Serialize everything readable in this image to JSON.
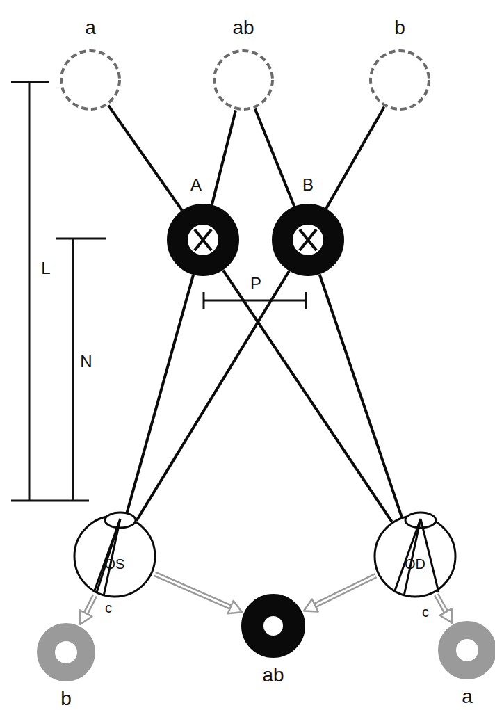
{
  "diagram": {
    "nodes": [
      {
        "text": [
          "a"
        ]
      },
      {
        "text": [
          "ab"
        ]
      },
      {
        "text": [
          "b"
        ]
      },
      {
        "text": [
          "A"
        ]
      },
      {
        "text": [
          "B"
        ]
      },
      {
        "text": [
          "OS"
        ]
      },
      {
        "text": [
          "OD"
        ]
      },
      {
        "text": [
          "b"
        ]
      },
      {
        "text": [
          "ab"
        ]
      },
      {
        "text": [
          "a"
        ]
      }
    ],
    "edges": [
      {
        "from": 0,
        "to": 3,
        "arrow": "none"
      },
      {
        "from": 3,
        "to": 6,
        "arrow": "none"
      },
      {
        "from": 1,
        "to": 3,
        "arrow": "none"
      },
      {
        "from": 3,
        "to": 5,
        "arrow": "none"
      },
      {
        "from": 1,
        "to": 4,
        "arrow": "none"
      },
      {
        "from": 4,
        "to": 6,
        "arrow": "none"
      },
      {
        "from": 2,
        "to": 4,
        "arrow": "none"
      },
      {
        "from": 4,
        "to": 5,
        "arrow": "none"
      },
      {
        "from": 5,
        "to": 7,
        "arrow": "to"
      },
      {
        "from": 5,
        "to": 8,
        "arrow": "to"
      },
      {
        "from": 6,
        "to": 8,
        "arrow": "to"
      },
      {
        "from": 6,
        "to": 9,
        "arrow": "to"
      }
    ],
    "labels": [
      "L",
      "N",
      "P",
      "c",
      "c"
    ]
  }
}
